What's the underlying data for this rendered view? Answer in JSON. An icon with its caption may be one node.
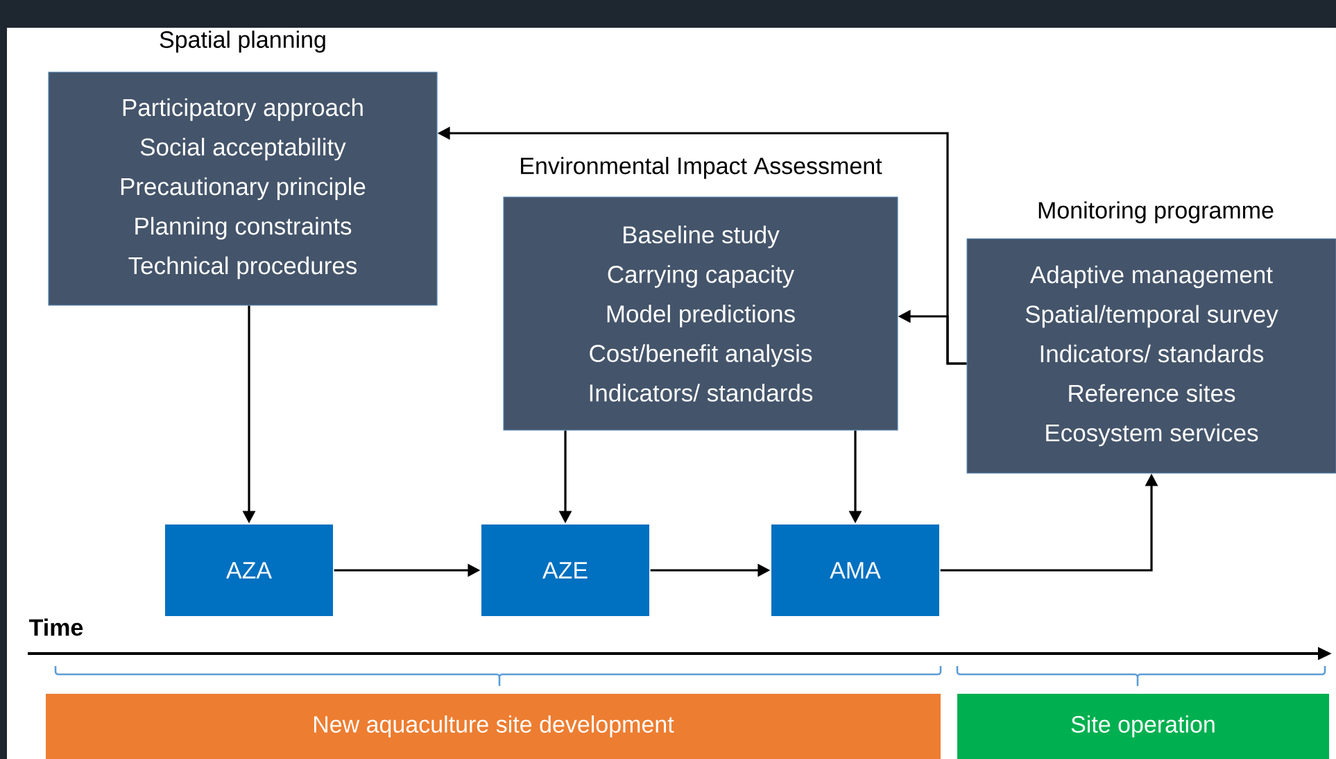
{
  "diagram": {
    "nodes": [
      {
        "text": [
          "Spatial planning",
          "Participatory approach",
          "Social acceptability",
          "Precautionary principle",
          "Planning constraints",
          "Technical procedures"
        ]
      },
      {
        "text": [
          "Environmental Impact Assessment",
          "Baseline study",
          "Carrying capacity",
          "Model predictions",
          "Cost/benefit analysis",
          "Indicators/ standards"
        ]
      },
      {
        "text": [
          "Monitoring programme",
          "Adaptive management",
          "Spatial/temporal survey",
          "Indicators/ standards",
          "Reference sites",
          "Ecosystem services"
        ]
      },
      {
        "text": [
          "AZA"
        ]
      },
      {
        "text": [
          "AZE"
        ]
      },
      {
        "text": [
          "AMA"
        ]
      },
      {
        "text": [
          "New aquaculture site development"
        ]
      },
      {
        "text": [
          "Site operation"
        ]
      }
    ],
    "edges": [
      {
        "from": 0,
        "to": 3,
        "arrow": "to"
      },
      {
        "from": 1,
        "to": 4,
        "arrow": "to"
      },
      {
        "from": 1,
        "to": 5,
        "arrow": "to"
      },
      {
        "from": 3,
        "to": 4,
        "arrow": "to"
      },
      {
        "from": 4,
        "to": 5,
        "arrow": "to"
      },
      {
        "from": 5,
        "to": 2,
        "arrow": "to"
      },
      {
        "from": 2,
        "to": 0,
        "arrow": "to"
      },
      {
        "from": 2,
        "to": 1,
        "arrow": "to"
      }
    ],
    "labels": [
      "Time"
    ]
  }
}
